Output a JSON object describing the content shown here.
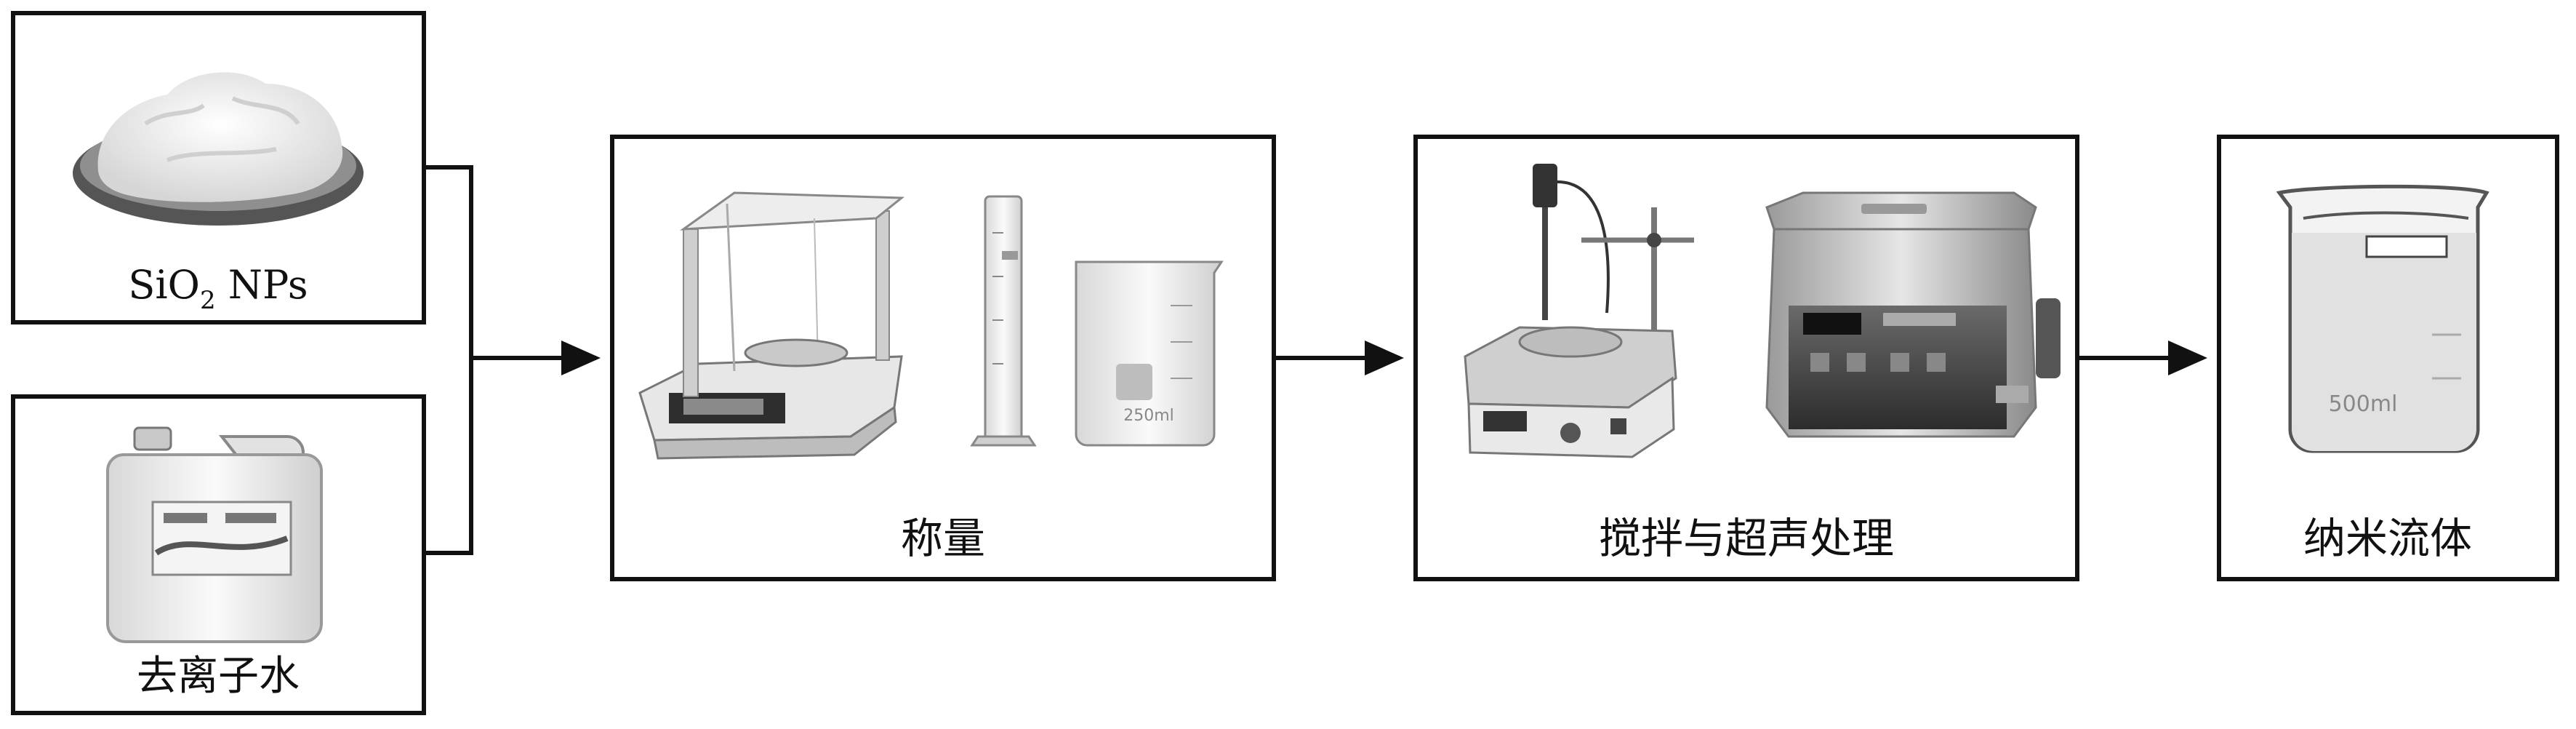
{
  "inputs": {
    "silica": {
      "label_main": "SiO",
      "label_sub": "2",
      "label_tail": " NPs",
      "illustration": "silica-powder-plate"
    },
    "water": {
      "label": "去离子水",
      "illustration": "water-jug"
    }
  },
  "steps": [
    {
      "label": "称量",
      "illustrations": [
        "analytical-balance",
        "graduated-cylinder",
        "beaker"
      ]
    },
    {
      "label": "搅拌与超声处理",
      "illustrations": [
        "magnetic-stirrer",
        "ultrasonic-cleaner"
      ]
    },
    {
      "label": "纳米流体",
      "illustrations": [
        "nanofluid-beaker"
      ]
    }
  ],
  "beaker_marks": {
    "small": "250ml",
    "large": "500ml"
  },
  "colors": {
    "stroke": "#111111",
    "background": "#ffffff"
  }
}
